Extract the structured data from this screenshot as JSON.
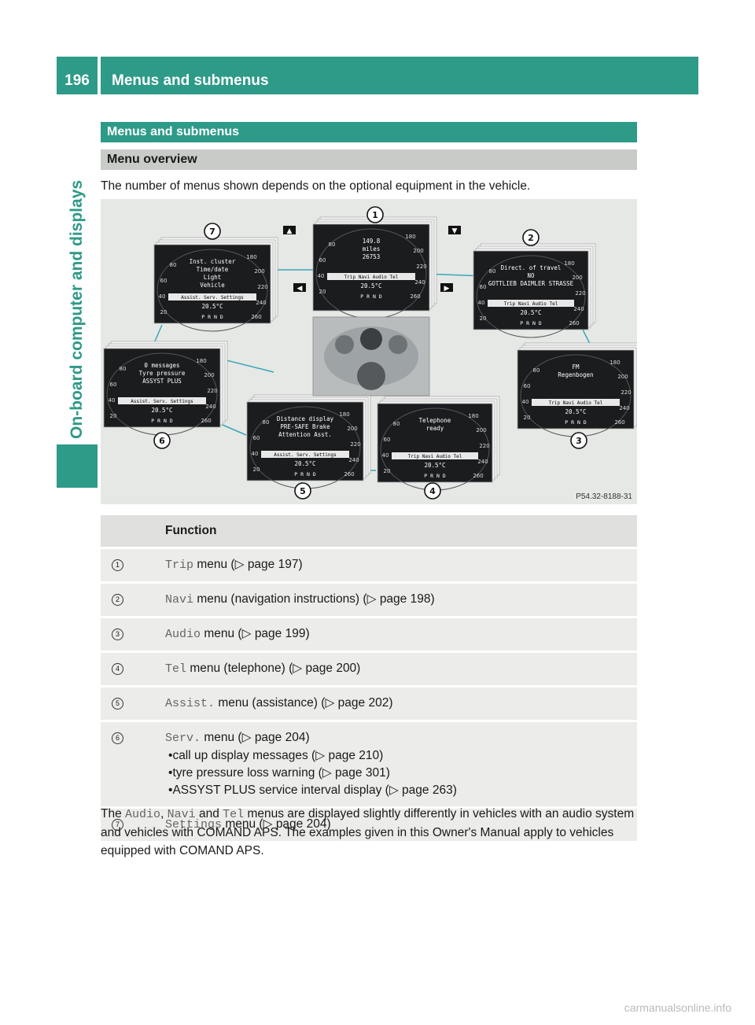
{
  "page": {
    "number": "196",
    "header_title": "Menus and submenus",
    "side_title": "On-board computer and displays",
    "watermark": "carmanualsonline.info"
  },
  "section": {
    "title": "Menus and submenus",
    "subtitle": "Menu overview",
    "intro": "The number of menus shown depends on the optional equipment in the vehicle."
  },
  "figure": {
    "code": "P54.32-8188-31",
    "callouts": [
      "1",
      "2",
      "3",
      "4",
      "5",
      "6",
      "7"
    ],
    "screens": {
      "s1": {
        "lines": [
          "149.8",
          "miles",
          "26753"
        ],
        "tabs": "Trip Navi Audio Tel",
        "temp": "20.5°C"
      },
      "s2": {
        "lines": [
          "Direct. of travel",
          "NO",
          "GOTTLIEB DAIMLER STRASSE"
        ],
        "tabs": "Trip Navi Audio Tel",
        "temp": "20.5°C"
      },
      "s3": {
        "lines": [
          "FM",
          "Regenbogen"
        ],
        "tabs": "Trip Navi Audio Tel",
        "temp": "20.5°C"
      },
      "s4": {
        "lines": [
          "Telephone",
          "ready"
        ],
        "tabs": "Trip Navi Audio Tel",
        "temp": "20.5°C"
      },
      "s5": {
        "lines": [
          "Distance display",
          "PRE-SAFE Brake",
          "Attention Asst."
        ],
        "tabs": "Assist. Serv. Settings",
        "temp": "20.5°C"
      },
      "s6": {
        "lines": [
          "0 messages",
          "Tyre pressure",
          "ASSYST PLUS"
        ],
        "tabs": "Assist. Serv. Settings",
        "temp": "20.5°C"
      },
      "s7": {
        "lines": [
          "Inst. cluster",
          "Time/date",
          "Light",
          "Vehicle"
        ],
        "tabs": "Assist. Serv. Settings",
        "temp": "20.5°C"
      }
    },
    "gauge_ticks": [
      "20",
      "40",
      "60",
      "80",
      "180",
      "200",
      "220",
      "240",
      "260"
    ],
    "gear": "P R N D"
  },
  "table": {
    "header": "Function",
    "rows": [
      {
        "num": "1",
        "code": "Trip",
        "text": "menu (",
        "page": "page 197)"
      },
      {
        "num": "2",
        "code": "Navi",
        "text": "menu (navigation instructions) (",
        "page": "page 198)"
      },
      {
        "num": "3",
        "code": "Audio",
        "text": "menu (",
        "page": "page 199)"
      },
      {
        "num": "4",
        "code": "Tel",
        "text": "menu (telephone) (",
        "page": "page 200)"
      },
      {
        "num": "5",
        "code": "Assist.",
        "text": "menu (assistance) (",
        "page": "page 202)"
      },
      {
        "num": "6",
        "code": "Serv.",
        "text": "menu (",
        "page": "page 204)",
        "bullets": [
          {
            "text": "call up display messages (",
            "page": "page 210)"
          },
          {
            "text": "tyre pressure loss warning (",
            "page": "page 301)"
          },
          {
            "text": "ASSYST PLUS service interval display (",
            "page": "page 263)"
          }
        ]
      },
      {
        "num": "7",
        "code": "Settings",
        "text": "menu (",
        "page": "page 204)"
      }
    ]
  },
  "outro": {
    "prefix": "The ",
    "code1": "Audio",
    "sep1": ", ",
    "code2": "Navi",
    "sep2": " and ",
    "code3": "Tel",
    "rest": " menus are displayed slightly differently in vehicles with an audio system and vehicles with COMAND APS. The examples given in this Owner's Manual apply to vehicles equipped with COMAND APS."
  },
  "colors": {
    "accent": "#2e9a88",
    "subheader": "#c9cbc8",
    "table_bg": "#ececea"
  }
}
